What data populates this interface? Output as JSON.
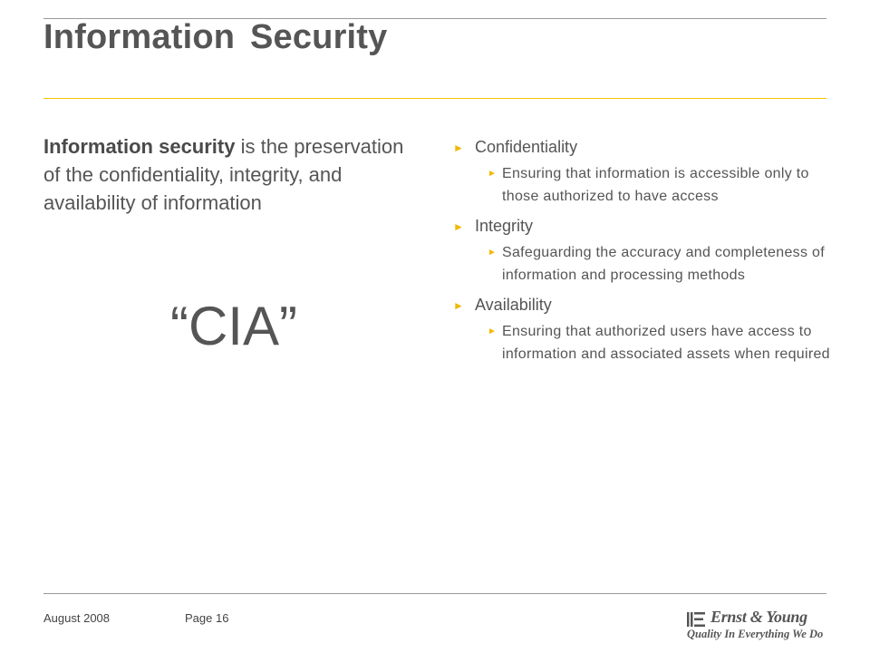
{
  "slide": {
    "title": "Information Security",
    "intro_bold": "Information security",
    "intro_rest": " is the preservation of the confidentiality, integrity, and availability of information",
    "acronym": "“CIA”"
  },
  "bullets": [
    {
      "label": "Confidentiality",
      "detail": "Ensuring that information is accessible only to those authorized to have access"
    },
    {
      "label": "Integrity",
      "detail": "Safeguarding the accuracy and completeness of information and processing methods"
    },
    {
      "label": "Availability",
      "detail": "Ensuring that authorized users have access to information and associated assets when required"
    }
  ],
  "footer": {
    "date": "August 2008",
    "page": "Page 16",
    "brand": "Ernst & Young",
    "tagline": "Quality In Everything We Do"
  },
  "colors": {
    "accent": "#f2b800",
    "rule": "#9a9a9a",
    "text": "#555555"
  },
  "icons": {
    "bullet": "right-triangle-arrow-icon"
  }
}
